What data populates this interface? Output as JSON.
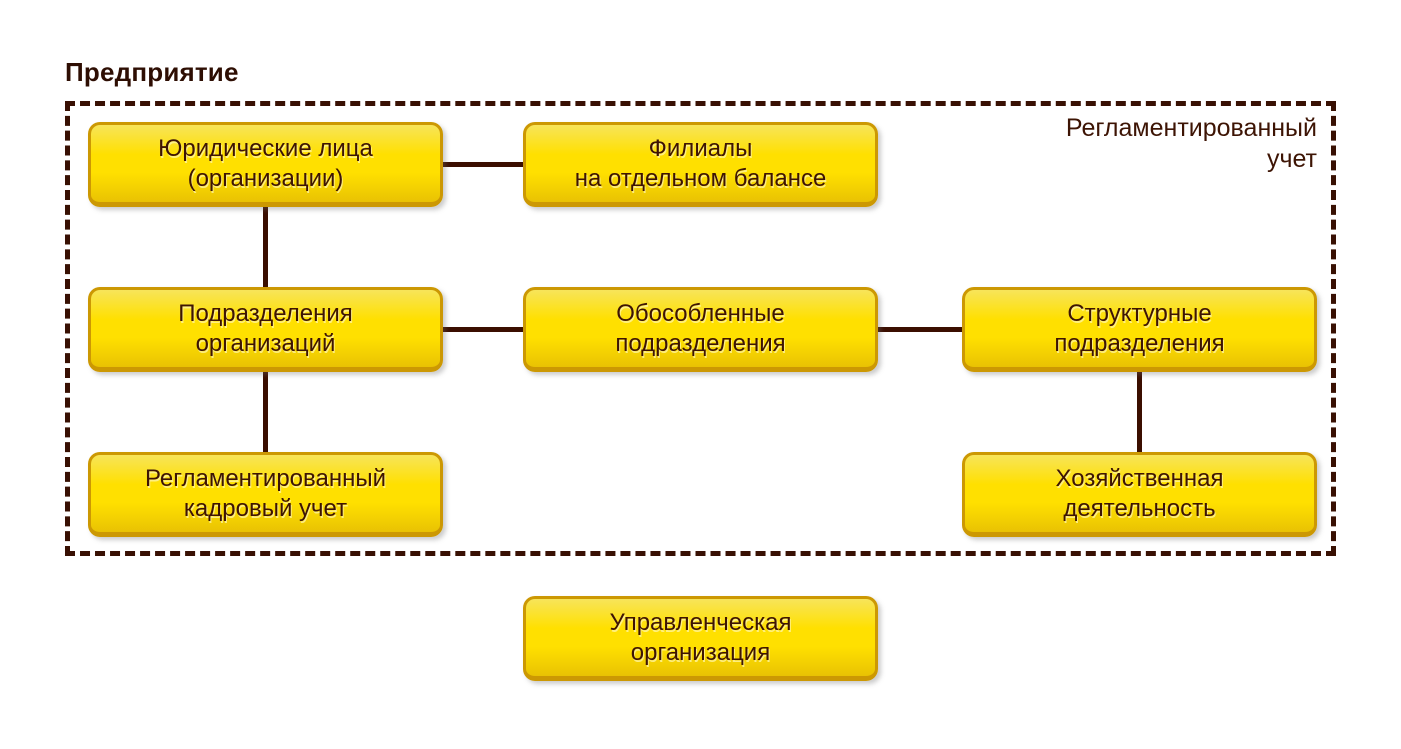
{
  "title": "Предприятие",
  "group_label": {
    "lines": [
      "Регламентированный",
      "учет"
    ]
  },
  "nodes": [
    {
      "id": "legal-entities",
      "lines": [
        "Юридические лица",
        "(организации)"
      ]
    },
    {
      "id": "branches-separate-balance",
      "lines": [
        "Филиалы",
        "на отдельном балансе"
      ]
    },
    {
      "id": "org-subdivisions",
      "lines": [
        "Подразделения",
        "организаций"
      ]
    },
    {
      "id": "separate-subdivisions",
      "lines": [
        "Обособленные",
        "подразделения"
      ]
    },
    {
      "id": "structural-subdivisions",
      "lines": [
        "Структурные",
        "подразделения"
      ]
    },
    {
      "id": "regulated-hr-accounting",
      "lines": [
        "Регламентированный",
        "кадровый учет"
      ]
    },
    {
      "id": "business-activity",
      "lines": [
        "Хозяйственная",
        "деятельность"
      ]
    },
    {
      "id": "management-organization",
      "lines": [
        "Управленческая",
        "организация"
      ]
    }
  ],
  "edges": [
    {
      "from": "legal-entities",
      "to": "branches-separate-balance"
    },
    {
      "from": "legal-entities",
      "to": "org-subdivisions"
    },
    {
      "from": "org-subdivisions",
      "to": "separate-subdivisions"
    },
    {
      "from": "separate-subdivisions",
      "to": "structural-subdivisions"
    },
    {
      "from": "org-subdivisions",
      "to": "regulated-hr-accounting"
    },
    {
      "from": "structural-subdivisions",
      "to": "business-activity"
    }
  ],
  "colors": {
    "background": "#ffffff",
    "box_fill_top": "#f7e45a",
    "box_fill_mid": "#ffe000",
    "box_fill_bottom": "#e9c203",
    "box_border": "#cc9803",
    "box_text": "#3d1404",
    "connector": "#3b0e00",
    "frame_dash": "#381003",
    "title_text": "#2e0e03"
  }
}
